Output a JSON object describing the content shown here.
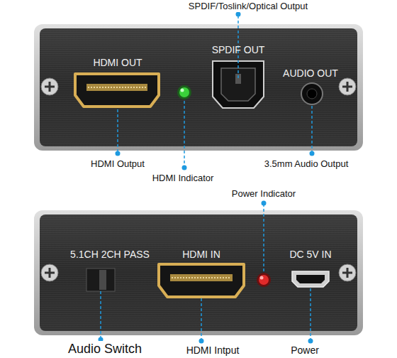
{
  "diagram": {
    "nodes": [
      {
        "text": [
          "HDMI OUT",
          "SPDIF OUT",
          "AUDIO OUT"
        ]
      },
      {
        "text": [
          "5.1CH 2CH PASS",
          "HDMI IN",
          "DC 5V IN"
        ]
      }
    ],
    "labels": [
      "SPDIF/Toslink/Optical Output",
      "HDMI Output",
      "HDMI Indicator",
      "3.5mm Audio Output",
      "Power Indicator",
      "Audio Switch",
      "HDMI Intput",
      "Power"
    ]
  }
}
